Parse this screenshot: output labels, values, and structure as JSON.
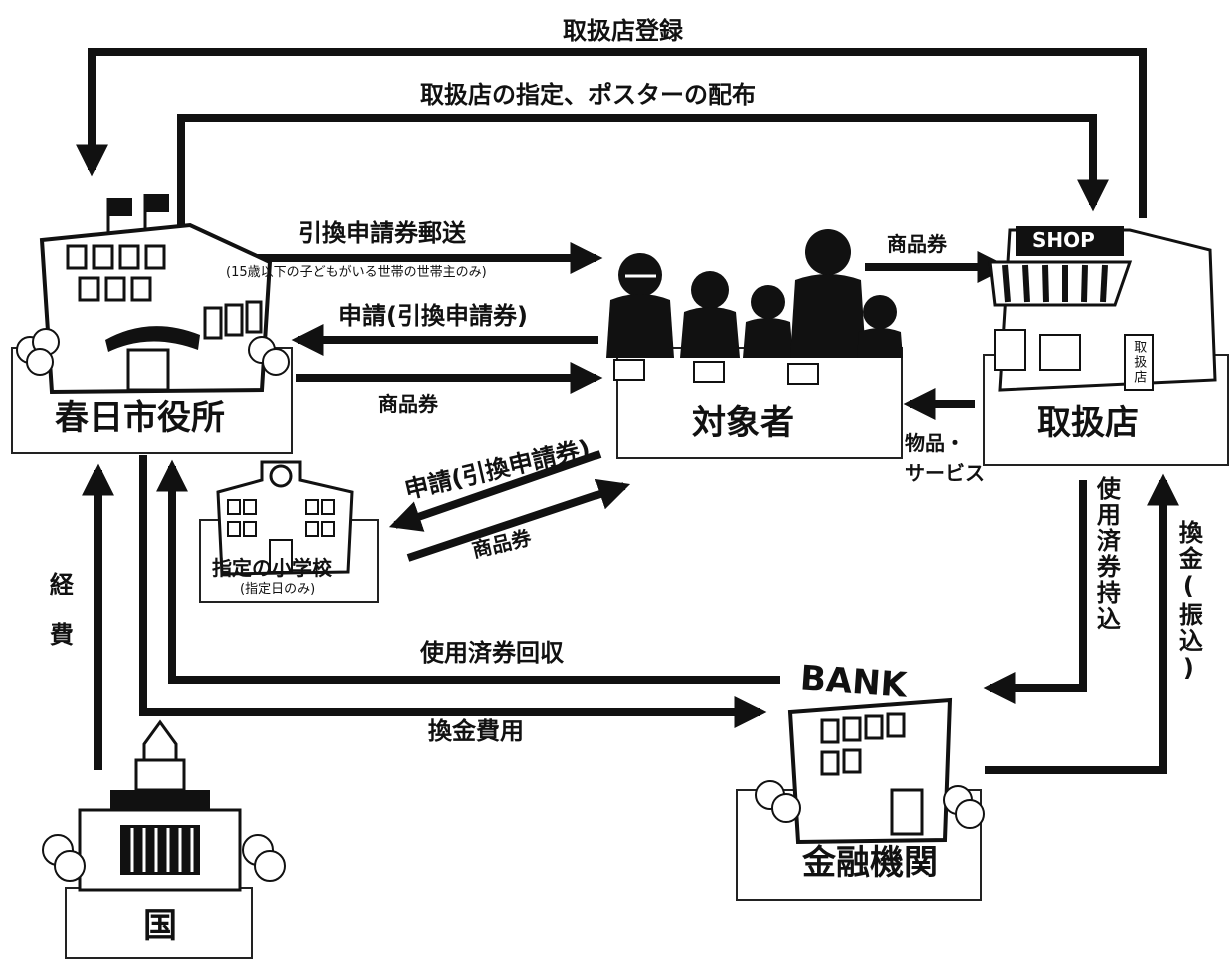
{
  "nodes": {
    "city_hall": "春日市役所",
    "recipients": "対象者",
    "shop": "取扱店",
    "school": "指定の小学校",
    "school_note": "(指定日のみ)",
    "bank": "金融機関",
    "nation": "国"
  },
  "signs": {
    "shop_sign": "SHOP",
    "bank_sign": "BANK",
    "shop_door_sign": "取扱店"
  },
  "edges": {
    "shop_registration": "取扱店登録",
    "designation_poster": "取扱店の指定、ポスターの配布",
    "mail_vouchers": "引換申請券郵送",
    "mail_vouchers_note": "(15歳以下の子どもがいる世帯の世帯主のみ)",
    "apply_city": "申請(引換申請券)",
    "coupon_city": "商品券",
    "apply_school": "申請(引換申請券)",
    "coupon_school": "商品券",
    "coupon_shop": "商品券",
    "goods_services_1": "物品・",
    "goods_services_2": "サービス",
    "used_brought": "使用済券持込",
    "exchange_transfer": "換金(振込)",
    "used_collection": "使用済券回収",
    "exchange_cost": "換金費用",
    "expenses": "経費"
  },
  "colors": {
    "ink": "#111111",
    "paper": "#ffffff",
    "gray": "#bdbdbd"
  }
}
